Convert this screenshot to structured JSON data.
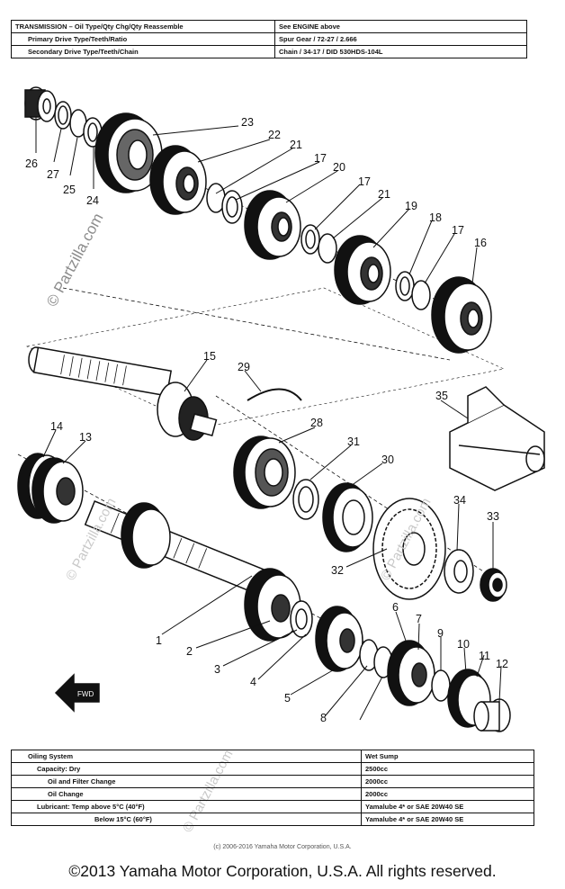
{
  "top_table": {
    "rows": [
      {
        "label": "TRANSMISSION – Oil Type/Qty Chg/Qty Reassemble",
        "value": "See ENGINE above"
      },
      {
        "label": "Primary Drive Type/Teeth/Ratio",
        "value": "Spur Gear / 72-27 / 2.666"
      },
      {
        "label": "Secondary Drive Type/Teeth/Chain",
        "value": "Chain / 34-17 / DID 530HDS-104L"
      }
    ]
  },
  "bottom_table": {
    "rows": [
      {
        "label": "Oiling System",
        "value": "Wet Sump"
      },
      {
        "label": "Capacity:  Dry",
        "value": "2500cc"
      },
      {
        "label": "Oil and Filter Change",
        "value": "2000cc"
      },
      {
        "label": "Oil Change",
        "value": "2000cc"
      },
      {
        "label": "Lubricant:     Temp above 5°C (40°F)",
        "value": "Yamalube 4* or SAE 20W40 SE"
      },
      {
        "label": "Below 15°C (60°F)",
        "value": "Yamalube 4* or SAE 20W40 SE"
      }
    ]
  },
  "watermarks": {
    "main": "© Partzilla.com",
    "faint": "© Partzilla.com"
  },
  "small_copyright": "(c) 2006-2016 Yamaha Motor Corporation, U.S.A.",
  "footer": "©2013 Yamaha Motor Corporation, U.S.A. All rights reserved.",
  "callouts": [
    "1",
    "2",
    "3",
    "4",
    "5",
    "6",
    "7",
    "8",
    "9",
    "10",
    "11",
    "12",
    "13",
    "14",
    "15",
    "16",
    "17",
    "17",
    "17",
    "18",
    "19",
    "20",
    "21",
    "21",
    "22",
    "23",
    "24",
    "25",
    "26",
    "27",
    "28",
    "29",
    "30",
    "31",
    "32",
    "33",
    "34",
    "35"
  ]
}
